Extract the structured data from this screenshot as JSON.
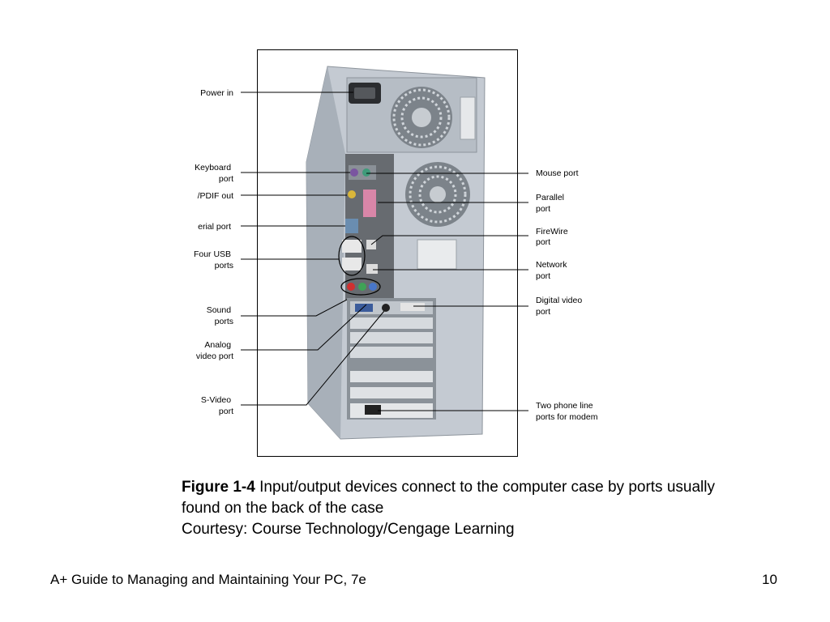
{
  "figure": {
    "labels_left": [
      {
        "lines": [
          "Power in"
        ]
      },
      {
        "lines": [
          "Keyboard",
          "port"
        ]
      },
      {
        "lines": [
          "/PDIF out"
        ]
      },
      {
        "lines": [
          "erial port"
        ]
      },
      {
        "lines": [
          "Four USB",
          "ports"
        ]
      },
      {
        "lines": [
          "Sound",
          "ports"
        ]
      },
      {
        "lines": [
          "Analog",
          "video port"
        ]
      },
      {
        "lines": [
          "S-Video",
          "port"
        ]
      }
    ],
    "labels_right": [
      {
        "lines": [
          "Mouse port"
        ]
      },
      {
        "lines": [
          "Parallel",
          "port"
        ]
      },
      {
        "lines": [
          "FireWire",
          "port"
        ]
      },
      {
        "lines": [
          "Network",
          "port"
        ]
      },
      {
        "lines": [
          "Digital video",
          "port"
        ]
      },
      {
        "lines": [
          "Two phone line",
          "ports for modem"
        ]
      }
    ]
  },
  "caption": {
    "figure_number": "Figure 1-4",
    "text": "Input/output devices connect to the computer case by ports usually found on the back of the case",
    "credit": "Courtesy: Course Technology/Cengage Learning"
  },
  "footer": {
    "title": "A+ Guide to Managing and Maintaining Your PC, 7e",
    "page": "10"
  },
  "colors": {
    "case_body": "#c9cfd6",
    "case_shadow": "#9ea6af",
    "panel_dark": "#5b5f63",
    "text": "#000000"
  }
}
